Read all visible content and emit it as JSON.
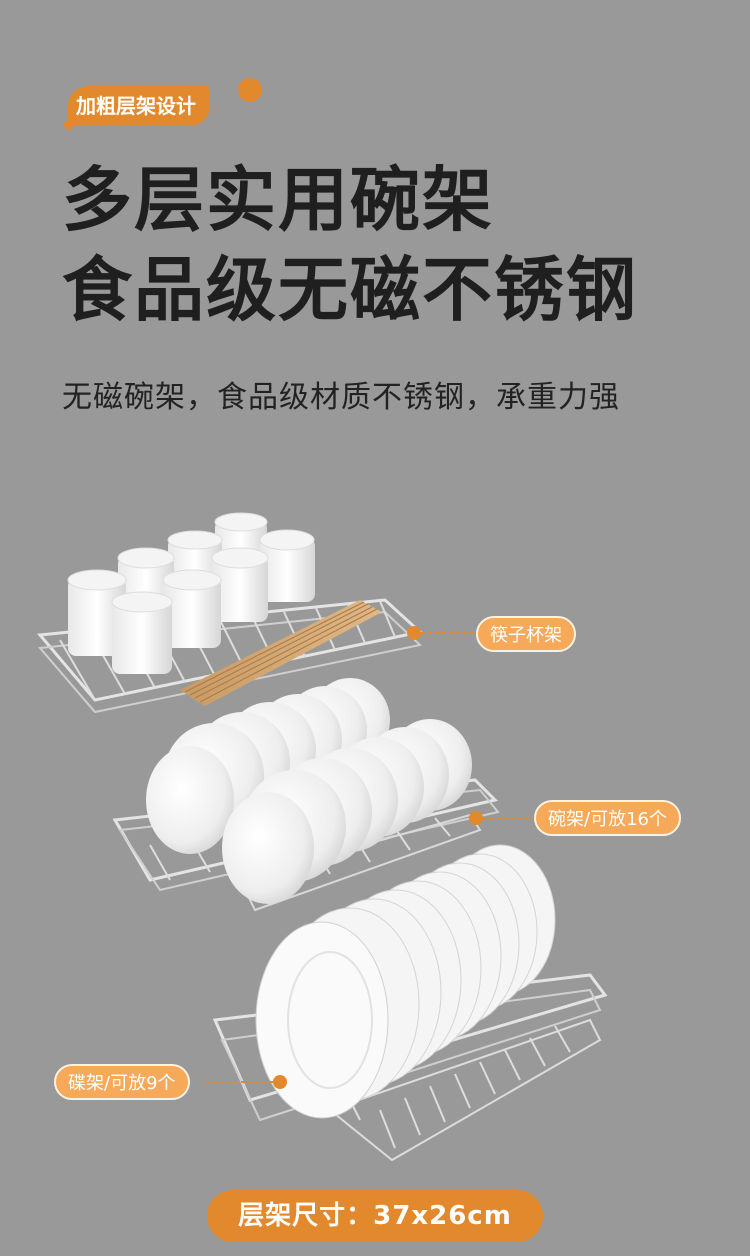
{
  "tag": "加粗层架设计",
  "title_line1": "多层实用碗架",
  "title_line2": "食品级无磁不锈钢",
  "subtitle": "无磁碗架，食品级材质不锈钢，承重力强",
  "callouts": {
    "chopstick_cup_rack": "筷子杯架",
    "bowl_rack": "碗架/可放16个",
    "plate_rack": "碟架/可放9个"
  },
  "dimension_label": "层架尺寸：37x26cm",
  "colors": {
    "background": "#999999",
    "accent": "#e3892d",
    "callout": "#f7a95a",
    "title": "#1f1f1f"
  }
}
